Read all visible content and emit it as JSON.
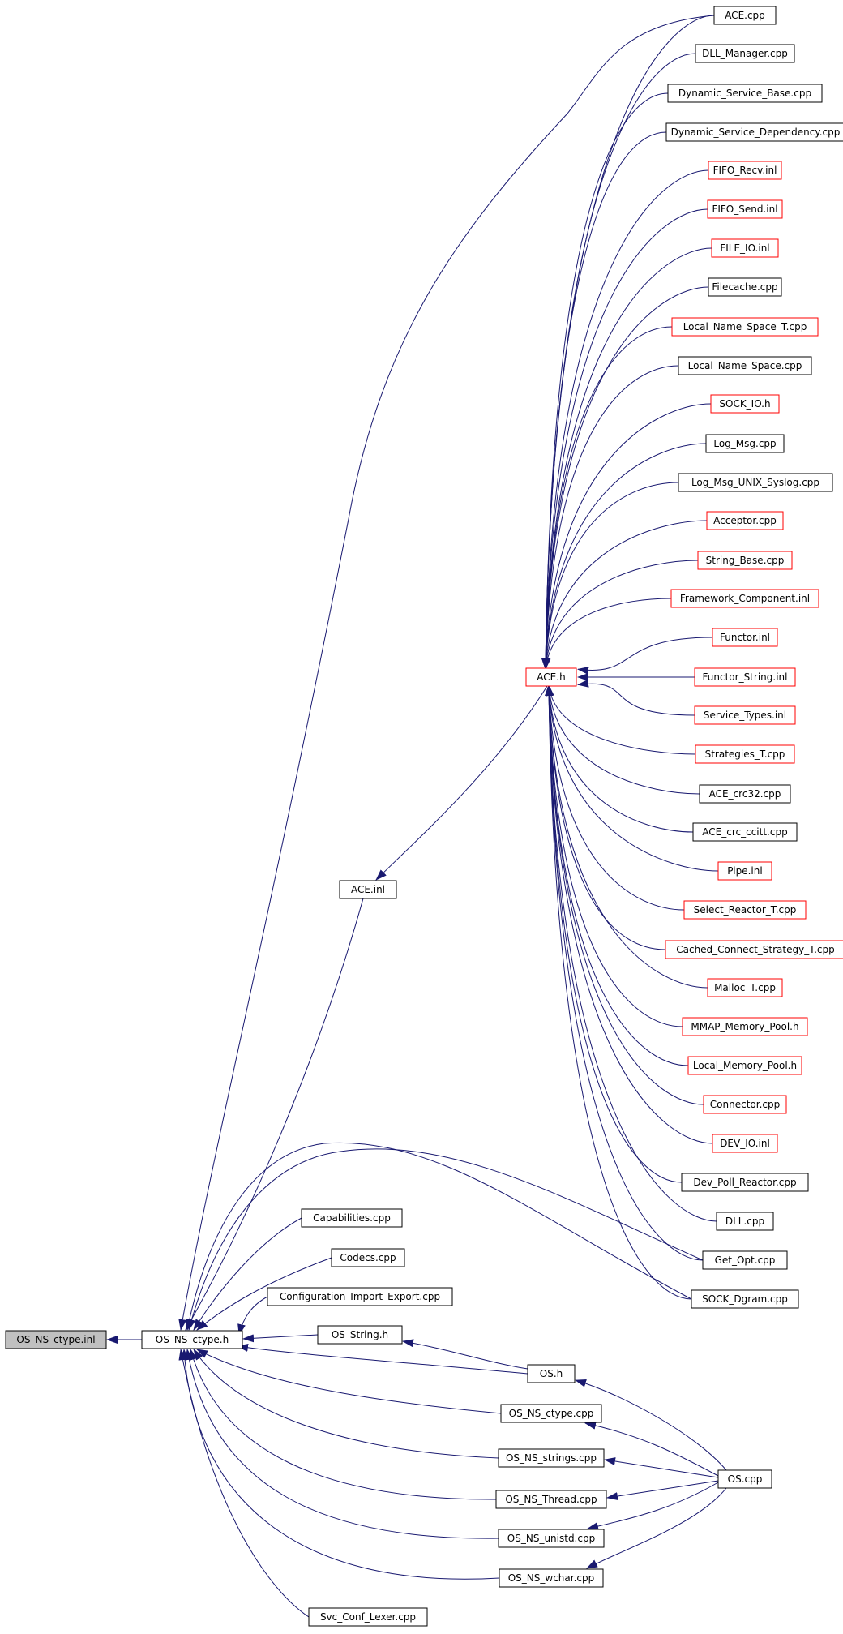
{
  "colors": {
    "edge": "#191970",
    "node_border": "#000000",
    "node_border_incomplete": "#ff0000",
    "node_fill": "#ffffff",
    "root_fill": "#c0c0c0"
  },
  "nodes": {
    "root": {
      "label": "OS_NS_ctype.inl",
      "kind": "root"
    },
    "os_ns_ctype_h": {
      "label": "OS_NS_ctype.h",
      "kind": "normal"
    },
    "ace_inl": {
      "label": "ACE.inl",
      "kind": "normal"
    },
    "ace_h": {
      "label": "ACE.h",
      "kind": "incomplete"
    },
    "ace_cpp": {
      "label": "ACE.cpp",
      "kind": "normal"
    },
    "dll_manager": {
      "label": "DLL_Manager.cpp",
      "kind": "normal"
    },
    "dyn_service_base": {
      "label": "Dynamic_Service_Base.cpp",
      "kind": "normal"
    },
    "dyn_service_dep": {
      "label": "Dynamic_Service_Dependency.cpp",
      "kind": "normal"
    },
    "fifo_recv": {
      "label": "FIFO_Recv.inl",
      "kind": "incomplete"
    },
    "fifo_send": {
      "label": "FIFO_Send.inl",
      "kind": "incomplete"
    },
    "file_io": {
      "label": "FILE_IO.inl",
      "kind": "incomplete"
    },
    "filecache": {
      "label": "Filecache.cpp",
      "kind": "normal"
    },
    "local_ns_t": {
      "label": "Local_Name_Space_T.cpp",
      "kind": "incomplete"
    },
    "local_ns": {
      "label": "Local_Name_Space.cpp",
      "kind": "normal"
    },
    "sock_io": {
      "label": "SOCK_IO.h",
      "kind": "incomplete"
    },
    "log_msg": {
      "label": "Log_Msg.cpp",
      "kind": "normal"
    },
    "log_msg_unix": {
      "label": "Log_Msg_UNIX_Syslog.cpp",
      "kind": "normal"
    },
    "acceptor": {
      "label": "Acceptor.cpp",
      "kind": "incomplete"
    },
    "string_base": {
      "label": "String_Base.cpp",
      "kind": "incomplete"
    },
    "framework_comp": {
      "label": "Framework_Component.inl",
      "kind": "incomplete"
    },
    "functor": {
      "label": "Functor.inl",
      "kind": "incomplete"
    },
    "functor_string": {
      "label": "Functor_String.inl",
      "kind": "incomplete"
    },
    "service_types": {
      "label": "Service_Types.inl",
      "kind": "incomplete"
    },
    "strategies_t": {
      "label": "Strategies_T.cpp",
      "kind": "incomplete"
    },
    "ace_crc32": {
      "label": "ACE_crc32.cpp",
      "kind": "normal"
    },
    "ace_crc_ccitt": {
      "label": "ACE_crc_ccitt.cpp",
      "kind": "normal"
    },
    "pipe": {
      "label": "Pipe.inl",
      "kind": "incomplete"
    },
    "select_reactor": {
      "label": "Select_Reactor_T.cpp",
      "kind": "incomplete"
    },
    "cached_connect": {
      "label": "Cached_Connect_Strategy_T.cpp",
      "kind": "incomplete"
    },
    "malloc_t": {
      "label": "Malloc_T.cpp",
      "kind": "incomplete"
    },
    "mmap_pool": {
      "label": "MMAP_Memory_Pool.h",
      "kind": "incomplete"
    },
    "local_mem_pool": {
      "label": "Local_Memory_Pool.h",
      "kind": "incomplete"
    },
    "connector": {
      "label": "Connector.cpp",
      "kind": "incomplete"
    },
    "dev_io": {
      "label": "DEV_IO.inl",
      "kind": "incomplete"
    },
    "dev_poll": {
      "label": "Dev_Poll_Reactor.cpp",
      "kind": "normal"
    },
    "dll_cpp": {
      "label": "DLL.cpp",
      "kind": "normal"
    },
    "get_opt": {
      "label": "Get_Opt.cpp",
      "kind": "normal"
    },
    "sock_dgram": {
      "label": "SOCK_Dgram.cpp",
      "kind": "normal"
    },
    "capabilities": {
      "label": "Capabilities.cpp",
      "kind": "normal"
    },
    "codecs": {
      "label": "Codecs.cpp",
      "kind": "normal"
    },
    "config_ie": {
      "label": "Configuration_Import_Export.cpp",
      "kind": "normal"
    },
    "os_string_h": {
      "label": "OS_String.h",
      "kind": "normal"
    },
    "os_h": {
      "label": "OS.h",
      "kind": "normal"
    },
    "os_ns_ctype_cpp": {
      "label": "OS_NS_ctype.cpp",
      "kind": "normal"
    },
    "os_ns_strings": {
      "label": "OS_NS_strings.cpp",
      "kind": "normal"
    },
    "os_ns_thread": {
      "label": "OS_NS_Thread.cpp",
      "kind": "normal"
    },
    "os_cpp": {
      "label": "OS.cpp",
      "kind": "normal"
    },
    "os_ns_unistd": {
      "label": "OS_NS_unistd.cpp",
      "kind": "normal"
    },
    "os_ns_wchar": {
      "label": "OS_NS_wchar.cpp",
      "kind": "normal"
    },
    "svc_conf_lexer": {
      "label": "Svc_Conf_Lexer.cpp",
      "kind": "normal"
    }
  }
}
